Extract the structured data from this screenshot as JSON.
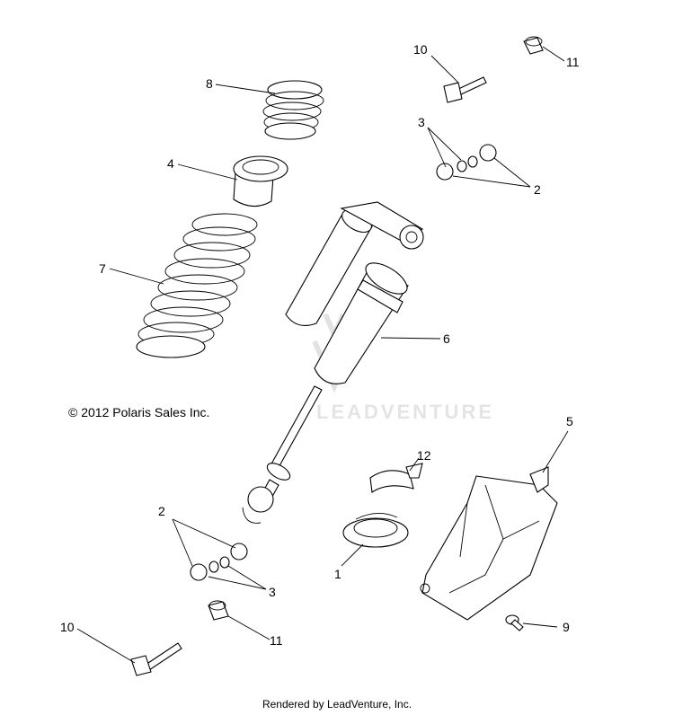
{
  "copyright": "© 2012 Polaris Sales Inc.",
  "footer": "Rendered by LeadVenture, Inc.",
  "watermark": "LEADVENTURE",
  "callouts": {
    "c10_top": "10",
    "c11_top": "11",
    "c8": "8",
    "c3_top": "3",
    "c4": "4",
    "c2_top": "2",
    "c7": "7",
    "c6": "6",
    "c5": "5",
    "c12": "12",
    "c2_bottom": "2",
    "c1": "1",
    "c3_bottom": "3",
    "c10_bottom": "10",
    "c11_bottom": "11",
    "c9": "9"
  }
}
